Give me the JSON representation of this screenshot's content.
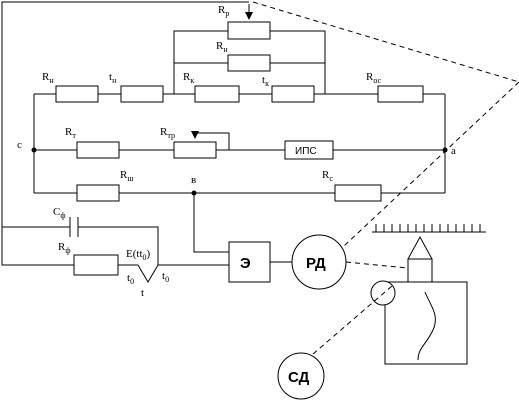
{
  "labels": {
    "rr_main": "R",
    "rr_sub": "р",
    "rn_top_main": "R",
    "rn_top_sub": "н",
    "rn_left_main": "R",
    "rn_left_sub": "н",
    "tn_main": "t",
    "tn_sub": "н",
    "rk_main": "R",
    "rk_sub": "к",
    "tk_main": "t",
    "tk_sub": "к",
    "ros_main": "R",
    "ros_sub": "ос",
    "rt_main": "R",
    "rt_sub": "т",
    "rtr_main": "R",
    "rtr_sub": "тр",
    "rsh_main": "R",
    "rsh_sub": "ш",
    "rc_main": "R",
    "rc_sub": "с",
    "cf_main": "C",
    "cf_sub": "ф",
    "rf_main": "R",
    "rf_sub": "ф",
    "node_c": "с",
    "node_a": "а",
    "node_v": "в",
    "ips": "ИПС",
    "e_block": "Э",
    "rd": "РД",
    "sd": "СД",
    "emf": "E(tt",
    "emf_sub": "0",
    "emf_close": ")",
    "t0_left": "t",
    "t0_left_sub": "0",
    "t0_right": "t",
    "t0_right_sub": "0",
    "t_hot": "t"
  }
}
